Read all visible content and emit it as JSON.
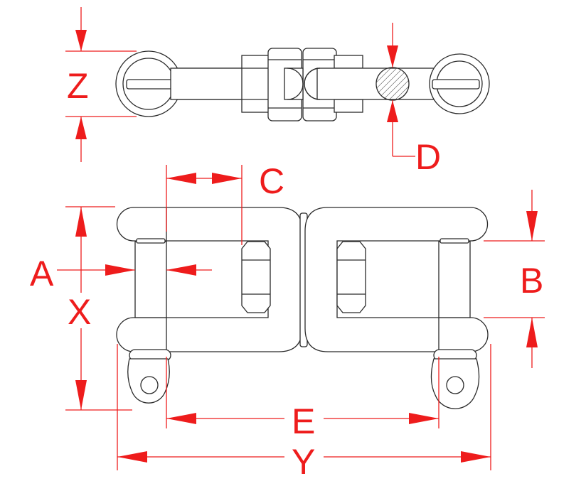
{
  "diagram": {
    "colors": {
      "dimension": "#ee1c1c",
      "outline": "#2a2a2a",
      "background": "#ffffff"
    },
    "labels": {
      "Z": "Z",
      "D": "D",
      "C": "C",
      "A": "A",
      "X": "X",
      "B": "B",
      "E": "E",
      "Y": "Y"
    }
  }
}
